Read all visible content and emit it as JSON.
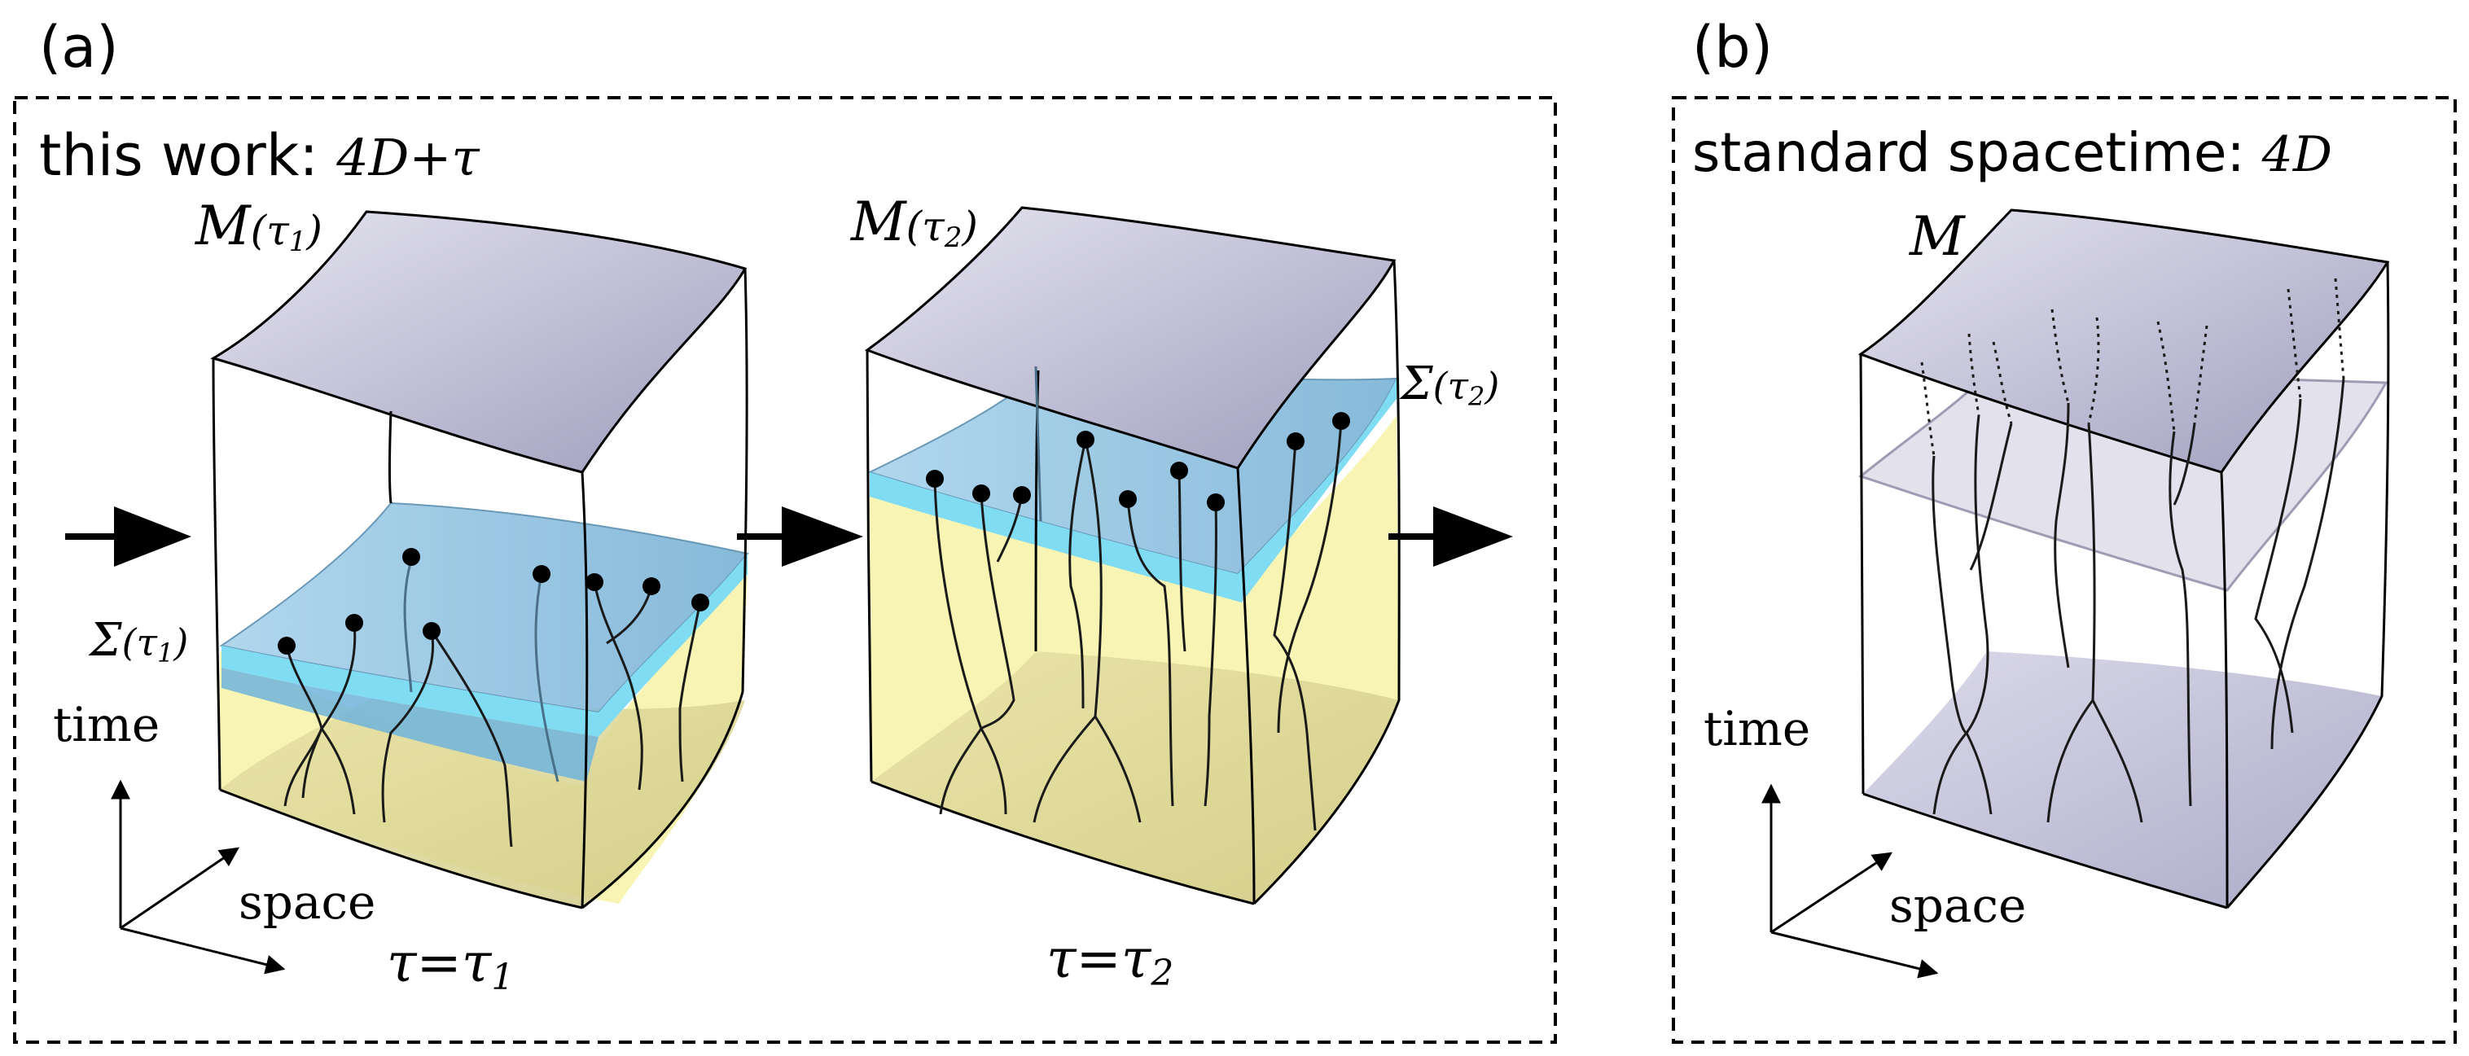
{
  "panel_a": {
    "label": "(a)",
    "title_prefix": "this work: ",
    "title_math": "4D+τ",
    "box1": {
      "m_label": "M",
      "m_arg": "(τ",
      "m_sub": "1",
      "m_close": ")",
      "sigma_label": "Σ",
      "sigma_arg": "(τ",
      "sigma_sub": "1",
      "sigma_close": ")",
      "tau_eq": "τ=τ",
      "tau_sub": "1"
    },
    "box2": {
      "m_label": "M",
      "m_arg": "(τ",
      "m_sub": "2",
      "m_close": ")",
      "sigma_label": "Σ",
      "sigma_arg": "(τ",
      "sigma_sub": "2",
      "sigma_close": ")",
      "tau_eq": "τ=τ",
      "tau_sub": "2"
    },
    "axis_time": "time",
    "axis_space": "space"
  },
  "panel_b": {
    "label": "(b)",
    "title_prefix": "standard spacetime: ",
    "title_math": "4D",
    "m_label": "M",
    "axis_time": "time",
    "axis_space": "space"
  },
  "colors": {
    "top_face": "#a9a8c6",
    "blue_surface": "#8fc4e2",
    "cyan_band": "#7fdcf2",
    "yellow_fill": "#f8f4b0",
    "olive_bottom": "#dcd693",
    "gray_slice": "#d9d8e6",
    "lavender_bottom": "#b3b2cf"
  }
}
